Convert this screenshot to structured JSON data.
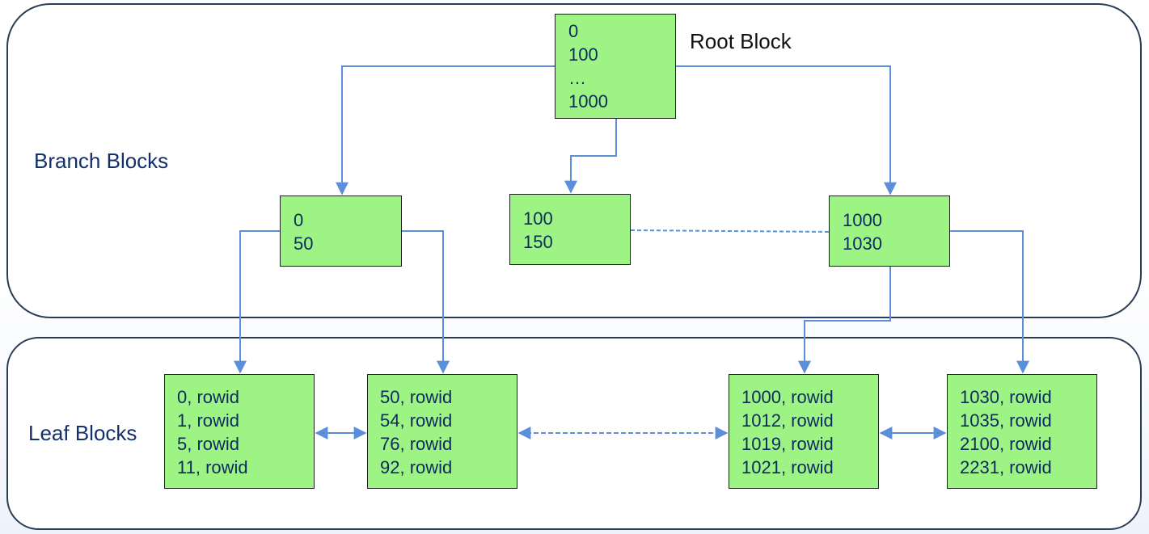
{
  "labels": {
    "branch_blocks": "Branch Blocks",
    "leaf_blocks": "Leaf Blocks",
    "root_block": "Root Block"
  },
  "root_block": {
    "lines": [
      "0",
      "100",
      "…",
      "1000"
    ]
  },
  "branch_blocks": [
    {
      "lines": [
        "0",
        "50"
      ]
    },
    {
      "lines": [
        "100",
        "150"
      ]
    },
    {
      "lines": [
        "1000",
        "1030"
      ]
    }
  ],
  "leaf_blocks": [
    {
      "lines": [
        "0, rowid",
        "1, rowid",
        "5, rowid",
        "11, rowid"
      ]
    },
    {
      "lines": [
        "50, rowid",
        "54, rowid",
        "76, rowid",
        "92, rowid"
      ]
    },
    {
      "lines": [
        "1000, rowid",
        "1012, rowid",
        "1019, rowid",
        "1021, rowid"
      ]
    },
    {
      "lines": [
        "1030, rowid",
        "1035, rowid",
        "2100, rowid",
        "2231, rowid"
      ]
    }
  ],
  "colors": {
    "block_fill": "#9ef385",
    "connector": "#5b8fd9",
    "label_text": "#13306b"
  }
}
